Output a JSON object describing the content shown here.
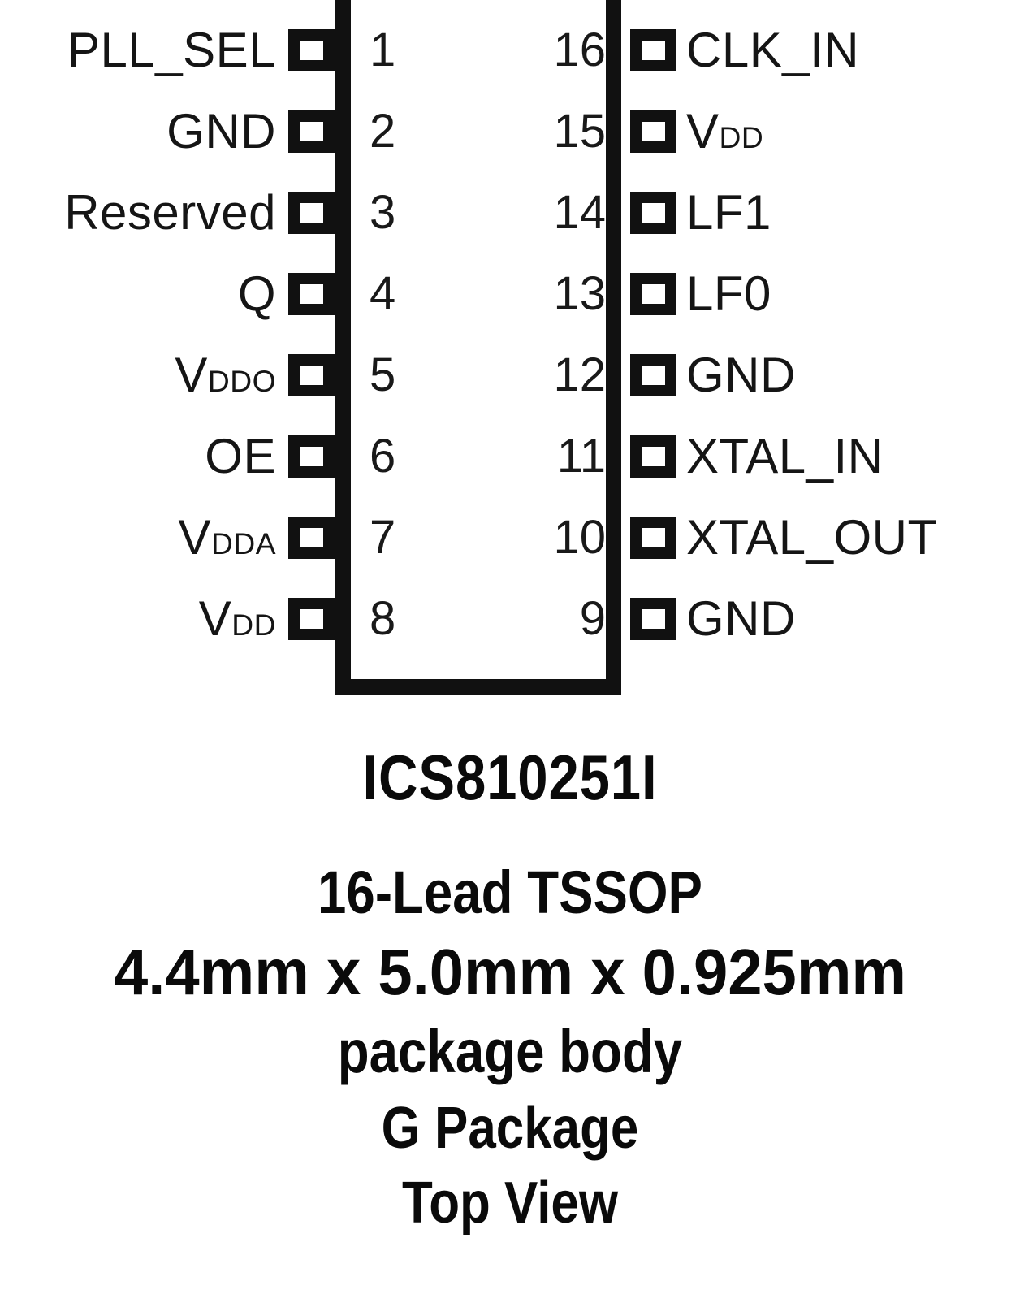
{
  "diagram": {
    "kind": "ic-pinout",
    "package_outline_color": "#111111",
    "label_color": "#151515",
    "background_color": "#ffffff",
    "left_pins": [
      {
        "number": "1",
        "label": "PLL_SEL",
        "sub": ""
      },
      {
        "number": "2",
        "label": "GND",
        "sub": ""
      },
      {
        "number": "3",
        "label": "Reserved",
        "sub": ""
      },
      {
        "number": "4",
        "label": "Q",
        "sub": ""
      },
      {
        "number": "5",
        "label": "V",
        "sub": "DDO"
      },
      {
        "number": "6",
        "label": "OE",
        "sub": ""
      },
      {
        "number": "7",
        "label": "V",
        "sub": "DDA"
      },
      {
        "number": "8",
        "label": "V",
        "sub": "DD"
      }
    ],
    "right_pins": [
      {
        "number": "16",
        "label": "CLK_IN",
        "sub": ""
      },
      {
        "number": "15",
        "label": "V",
        "sub": "DD"
      },
      {
        "number": "14",
        "label": "LF1",
        "sub": ""
      },
      {
        "number": "13",
        "label": "LF0",
        "sub": ""
      },
      {
        "number": "12",
        "label": "GND",
        "sub": ""
      },
      {
        "number": "11",
        "label": "XTAL_IN",
        "sub": ""
      },
      {
        "number": "10",
        "label": "XTAL_OUT",
        "sub": ""
      },
      {
        "number": "9",
        "label": "GND",
        "sub": ""
      }
    ]
  },
  "caption": {
    "part_number": "ICS810251I",
    "lead_count": "16-Lead TSSOP",
    "dimensions": "4.4mm x 5.0mm x 0.925mm",
    "body": "package body",
    "package_code": "G Package",
    "view": "Top View"
  }
}
